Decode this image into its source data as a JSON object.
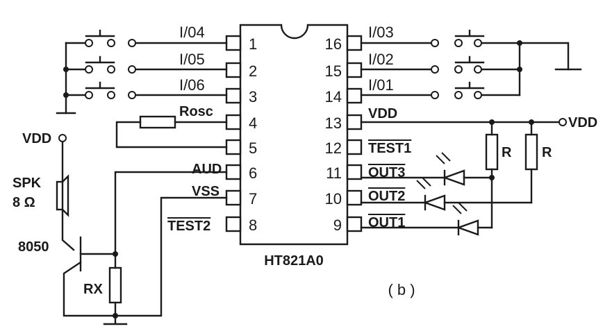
{
  "chip": {
    "name": "HT821A0"
  },
  "left_pins": [
    {
      "num": "1",
      "label": "I/04",
      "overline": false
    },
    {
      "num": "2",
      "label": "I/05",
      "overline": false
    },
    {
      "num": "3",
      "label": "I/06",
      "overline": false
    },
    {
      "num": "4",
      "label": "Rosc",
      "overline": false
    },
    {
      "num": "5",
      "label": "",
      "overline": false
    },
    {
      "num": "6",
      "label": "AUD",
      "overline": false
    },
    {
      "num": "7",
      "label": "VSS",
      "overline": false
    },
    {
      "num": "8",
      "label": "TEST2",
      "overline": true
    }
  ],
  "right_pins": [
    {
      "num": "16",
      "label": "I/03",
      "overline": false
    },
    {
      "num": "15",
      "label": "I/02",
      "overline": false
    },
    {
      "num": "14",
      "label": "I/01",
      "overline": false
    },
    {
      "num": "13",
      "label": "VDD",
      "overline": false
    },
    {
      "num": "12",
      "label": "TEST1",
      "overline": true
    },
    {
      "num": "11",
      "label": "OUT3",
      "overline": true
    },
    {
      "num": "10",
      "label": "OUT2",
      "overline": true
    },
    {
      "num": "9",
      "label": "OUT1",
      "overline": true
    }
  ],
  "labels": {
    "vdd_left": "VDD",
    "vdd_right": "VDD",
    "spk": "SPK",
    "spk_ohm": "8 Ω",
    "transistor": "8050",
    "rx": "RX",
    "r1": "R",
    "r2": "R",
    "caption": "( b )"
  }
}
